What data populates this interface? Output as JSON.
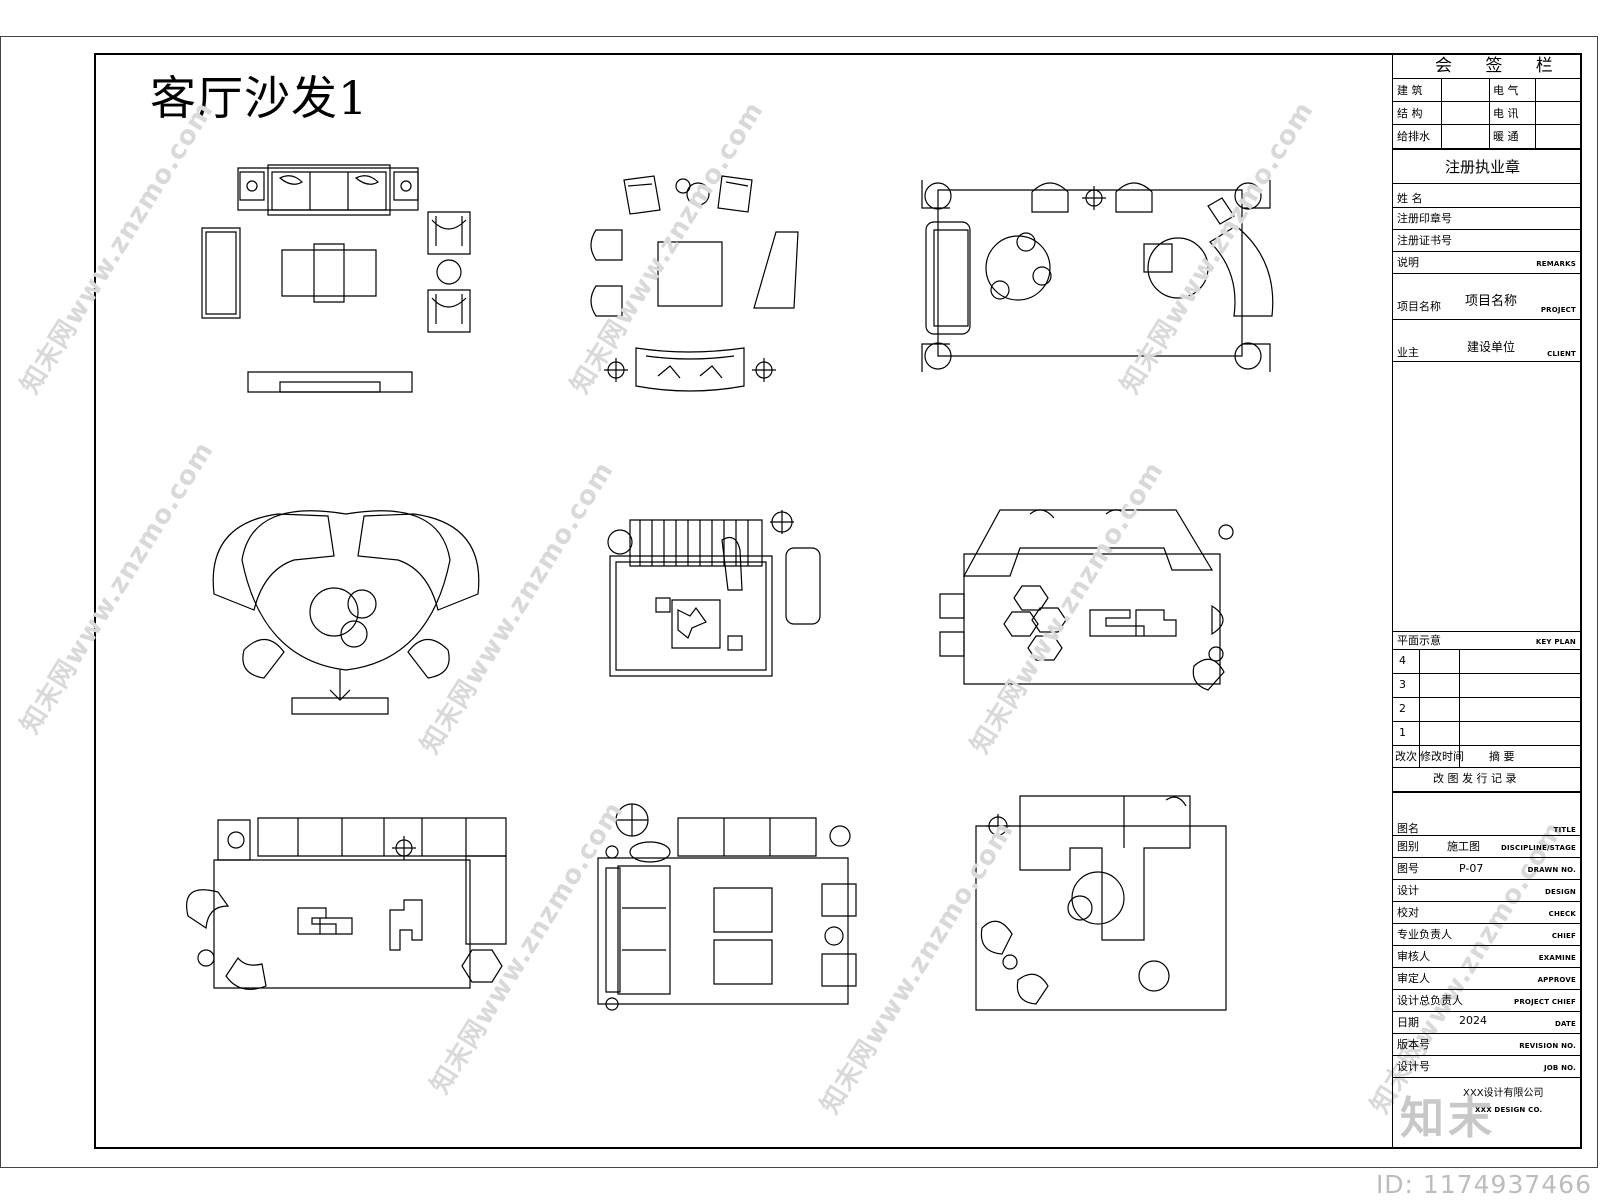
{
  "drawing": {
    "title": "客厅沙发1",
    "id_text": "ID: 1174937466",
    "watermark": "知末网www.znzmo.com",
    "logo_text": "知末"
  },
  "title_block": {
    "countersign_title": "会 签 栏",
    "countersign_rows": [
      {
        "left": "建 筑",
        "right": "电 气"
      },
      {
        "left": "结 构",
        "right": "电 讯"
      },
      {
        "left": "给排水",
        "right": "暖 通"
      }
    ],
    "seal_title": "注册执业章",
    "name_label": "姓 名",
    "reg_seal_label": "注册印章号",
    "reg_cert_label": "注册证书号",
    "remarks_label": "说明",
    "remarks_en": "REMARKS",
    "project_label": "项目名称",
    "project_value": "项目名称",
    "project_en": "PROJECT",
    "client_label": "业主",
    "client_value": "建设单位",
    "client_en": "CLIENT",
    "key_plan_label": "平面示意",
    "key_plan_en": "KEY PLAN",
    "revision_rows": [
      "4",
      "3",
      "2",
      "1"
    ],
    "rev_header": {
      "col1": "改次",
      "col2": "修改时间",
      "col3": "摘 要"
    },
    "rev_record_title": "改 图 发 行 记 录",
    "fields": [
      {
        "label": "图名",
        "value": "",
        "en": "TITLE"
      },
      {
        "label": "图别",
        "value": "施工图",
        "en": "DISCIPLINE/STAGE"
      },
      {
        "label": "图号",
        "value": "P-07",
        "en": "DRAWN NO."
      },
      {
        "label": "设计",
        "value": "",
        "en": "DESIGN"
      },
      {
        "label": "校对",
        "value": "",
        "en": "CHECK"
      },
      {
        "label": "专业负责人",
        "value": "",
        "en": "CHIEF"
      },
      {
        "label": "审核人",
        "value": "",
        "en": "EXAMINE"
      },
      {
        "label": "审定人",
        "value": "",
        "en": "APPROVE"
      },
      {
        "label": "设计总负责人",
        "value": "",
        "en": "PROJECT CHIEF"
      },
      {
        "label": "日期",
        "value": "2024",
        "en": "DATE"
      },
      {
        "label": "版本号",
        "value": "",
        "en": "REVISION NO."
      },
      {
        "label": "设计号",
        "value": "",
        "en": "JOB NO."
      }
    ],
    "company_cn": "XXX设计有限公司",
    "company_en": "XXX DESIGN CO."
  }
}
